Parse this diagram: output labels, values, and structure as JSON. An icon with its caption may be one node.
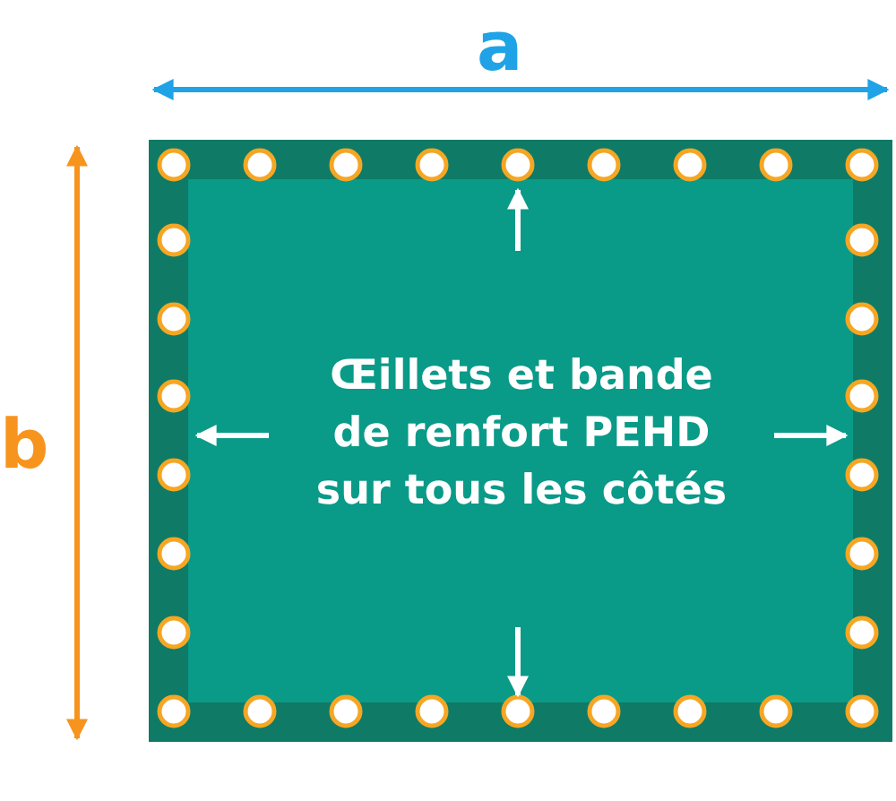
{
  "diagram": {
    "nodes": [
      {
        "text": [],
        "shape": "box"
      },
      {
        "text": [
          "Œillets et bande de renfort PEHD sur tous les côtés"
        ],
        "in": 0
      }
    ],
    "labels": [
      "a",
      "b"
    ]
  }
}
